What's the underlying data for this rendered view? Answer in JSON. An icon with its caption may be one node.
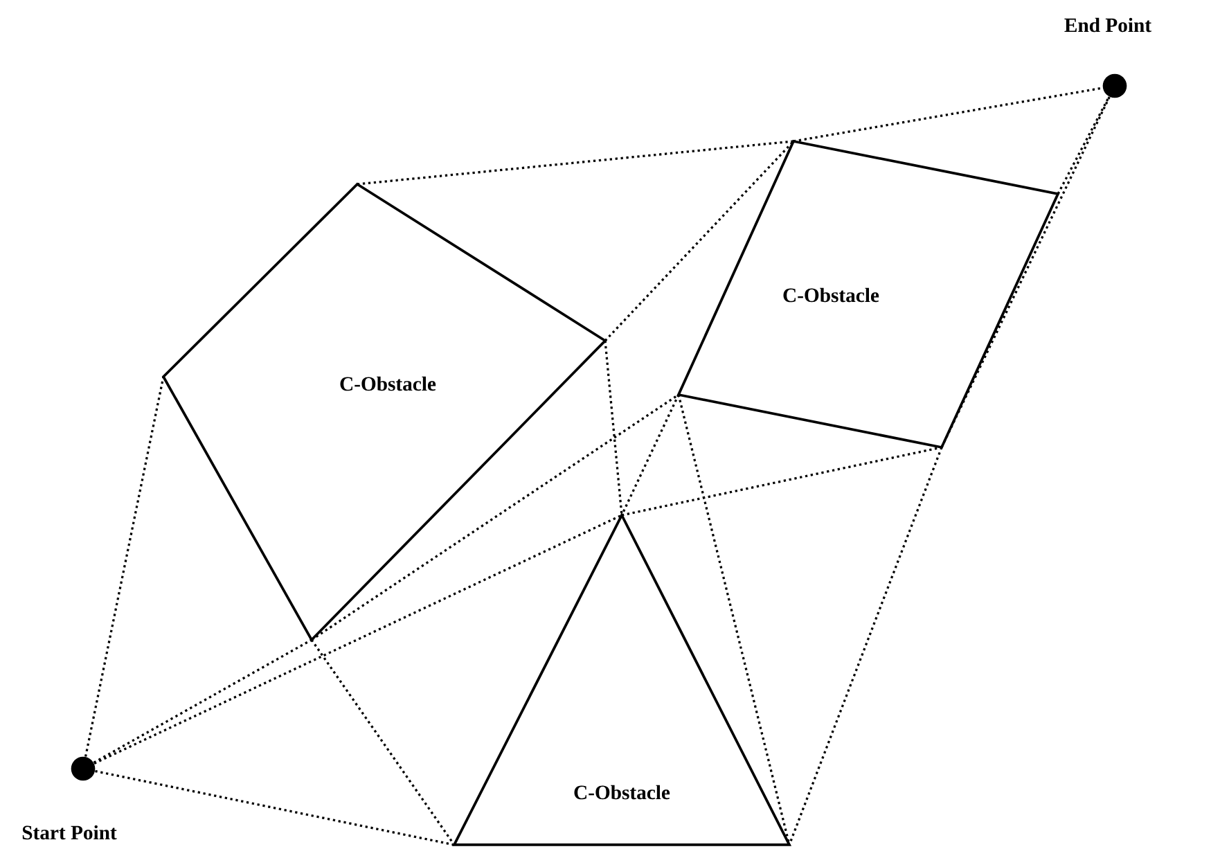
{
  "diagram": {
    "nodes": [
      {
        "text": [],
        "shape": "circle",
        "beside": [
          "End Point"
        ]
      },
      {
        "text": [
          "C-Obstacle"
        ]
      },
      {
        "text": [
          "C-Obstacle"
        ]
      },
      {
        "text": [
          "C-Obstacle"
        ]
      },
      {
        "text": [],
        "shape": "circle",
        "beside": [
          "Start Point"
        ]
      }
    ],
    "edges": [
      {
        "from": 1,
        "to": 2,
        "arrow": "none"
      },
      {
        "from": 2,
        "to": 0,
        "arrow": "none"
      },
      {
        "from": 2,
        "to": 0,
        "arrow": "none"
      },
      {
        "from": 2,
        "to": 0,
        "arrow": "none"
      },
      {
        "from": 1,
        "to": 2,
        "arrow": "none"
      },
      {
        "from": 1,
        "to": 3,
        "arrow": "none"
      },
      {
        "from": 4,
        "to": 1,
        "arrow": "none"
      },
      {
        "from": 4,
        "to": 1,
        "arrow": "none"
      },
      {
        "from": 1,
        "to": 2,
        "arrow": "none"
      },
      {
        "from": 4,
        "to": 3,
        "arrow": "none"
      },
      {
        "from": 4,
        "to": 3,
        "arrow": "none"
      },
      {
        "from": 1,
        "to": 3,
        "arrow": "none"
      },
      {
        "from": 2,
        "to": 3,
        "arrow": "none"
      },
      {
        "from": 2,
        "to": 3,
        "arrow": "none"
      },
      {
        "from": 3,
        "to": 2,
        "arrow": "none"
      },
      {
        "from": 2,
        "to": 3,
        "arrow": "none"
      }
    ]
  }
}
